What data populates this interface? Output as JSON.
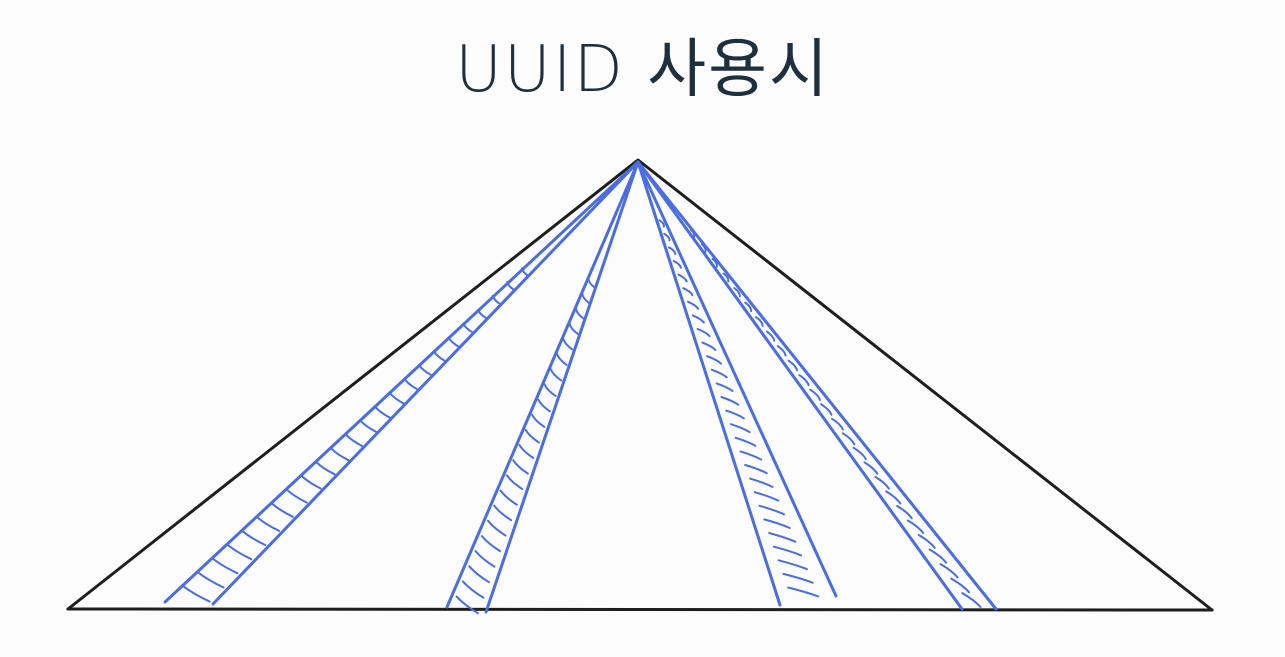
{
  "title": "UUID 사용시",
  "colors": {
    "background": "#fcfcfc",
    "outline": "#1e1e1e",
    "band": "#4a6ee0",
    "title": "#1e3040"
  },
  "bands": [
    {
      "name": "left-outer-band",
      "hatched": true
    },
    {
      "name": "left-inner-band",
      "hatched": true
    },
    {
      "name": "right-inner-band",
      "hatched": true
    },
    {
      "name": "right-outer-band",
      "hatched": true
    }
  ]
}
